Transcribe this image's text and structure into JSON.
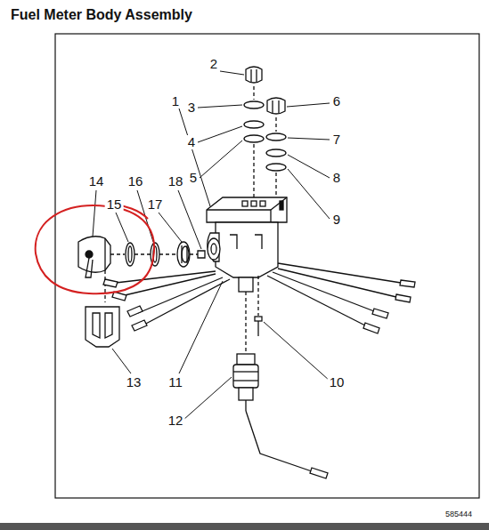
{
  "diagram": {
    "title": "Fuel Meter Body Assembly",
    "labels": [
      "2",
      "3",
      "1",
      "4",
      "5",
      "6",
      "7",
      "8",
      "9",
      "14",
      "15",
      "16",
      "17",
      "18",
      "11",
      "10",
      "13",
      "12",
      "585444"
    ]
  }
}
